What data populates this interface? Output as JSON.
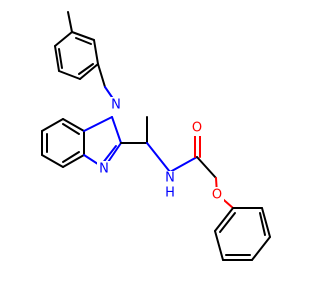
{
  "molecule": {
    "atom_labels": {
      "n1": "N",
      "n3": "N",
      "nh": "N",
      "h": "H",
      "o_carbonyl": "O",
      "o_ether": "O"
    },
    "colors": {
      "carbon": "#000000",
      "nitrogen": "#0000ff",
      "oxygen": "#ff0000",
      "background": "#ffffff"
    }
  }
}
